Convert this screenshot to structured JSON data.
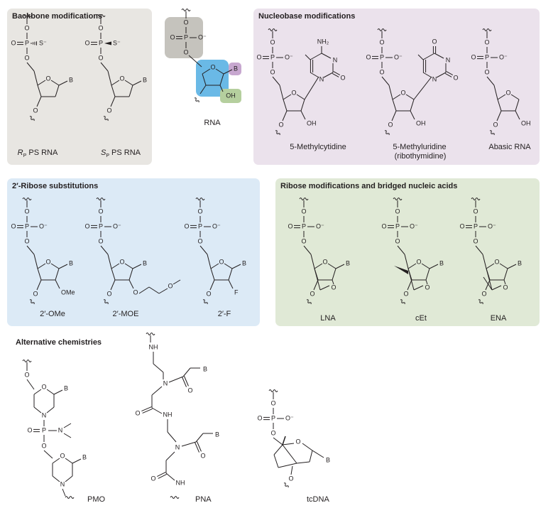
{
  "panels": {
    "backbone": {
      "title": "Backbone modifications",
      "rp": {
        "main": "R",
        "sub": "P",
        "rest": " PS RNA"
      },
      "sp": {
        "main": "S",
        "sub": "P",
        "rest": " PS RNA"
      }
    },
    "rna": {
      "label": "RNA"
    },
    "nucleobase": {
      "title": "Nucleobase modifications",
      "labels": [
        "5-Methylcytidine",
        "5-Methyluridine",
        "(ribothymidine)",
        "Abasic RNA"
      ]
    },
    "ribose_substitutions": {
      "title": "2′-Ribose substitutions",
      "labels": [
        "2′-OMe",
        "2′-MOE",
        "2′-F"
      ]
    },
    "bridged": {
      "title": "Ribose modifications and bridged nucleic acids",
      "labels": [
        "LNA",
        "cEt",
        "ENA"
      ]
    },
    "alternative": {
      "title": "Alternative chemistries",
      "labels": [
        "PMO",
        "PNA",
        "tcDNA"
      ]
    }
  },
  "atoms": {
    "O": "O",
    "P": "P",
    "S": "S⁻",
    "Ominus": "O⁻",
    "B": "B",
    "OH": "OH",
    "OMe": "OMe",
    "F": "F",
    "N": "N",
    "NH": "NH",
    "NH2": "NH₂"
  },
  "colors": {
    "backbone_bg": "#e8e6e2",
    "nucleobase_bg": "#ebe2ec",
    "ribose_sub_bg": "#dceaf6",
    "bridged_bg": "#e0e9d6",
    "rna_phosphate": "#c5c3bd",
    "rna_sugar": "#6ab9e6",
    "rna_base": "#c7a7cf",
    "rna_oh": "#b5cf9e"
  }
}
